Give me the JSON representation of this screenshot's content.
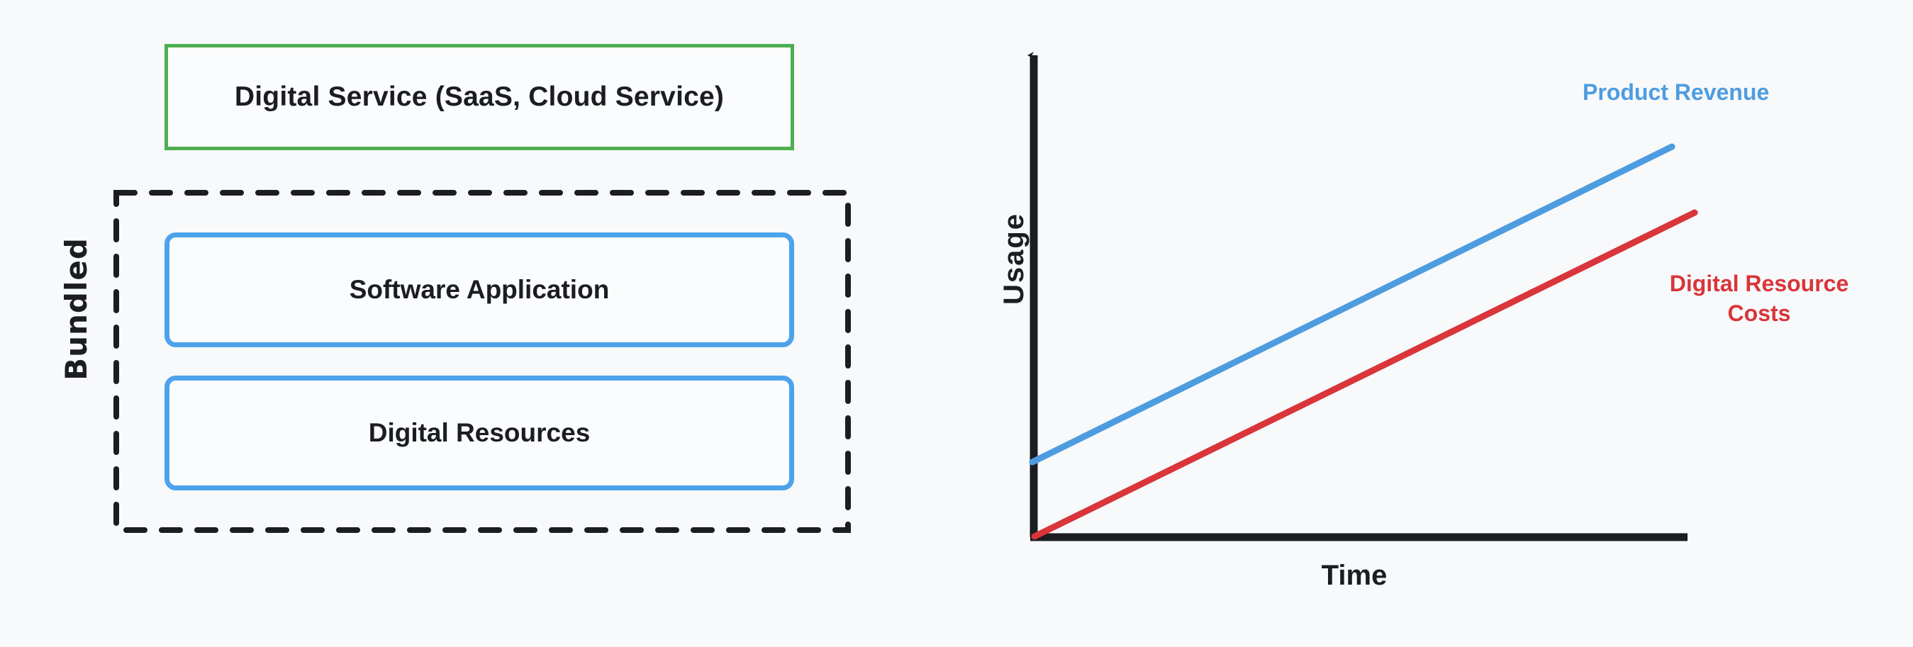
{
  "background_color": "#f7f9fb",
  "bundle_diagram": {
    "service_box": {
      "label": "Digital Service (SaaS, Cloud Service)",
      "border_color": "#4caf50"
    },
    "bundled_group": {
      "label": "Bundled",
      "border_color": "#1b1d20",
      "border_style": "dashed",
      "items": [
        {
          "label": "Software Application",
          "border_color": "#4da3eb"
        },
        {
          "label": "Digital Resources",
          "border_color": "#4da3eb"
        }
      ]
    }
  },
  "chart_data": {
    "type": "line",
    "title": "",
    "xlabel": "Time",
    "ylabel": "Usage",
    "xlim": [
      0,
      100
    ],
    "ylim": [
      0,
      100
    ],
    "grid": false,
    "axis_color": "#1b1d20",
    "axis_arrows": true,
    "tick_labels": {
      "x": [],
      "y": []
    },
    "legend_position": "inline-annotations",
    "series": [
      {
        "name": "Product Revenue",
        "color": "#4d9ce0",
        "label_color": "#4d9ce0",
        "x": [
          0,
          100
        ],
        "values": [
          16,
          80
        ],
        "annotation": "Product Revenue"
      },
      {
        "name": "Digital Resource Costs",
        "color": "#d9353a",
        "label_color": "#d9353a",
        "x": [
          0,
          100
        ],
        "values": [
          0,
          67
        ],
        "annotation_lines": [
          "Digital Resource",
          "Costs"
        ]
      }
    ]
  },
  "annotations": {
    "product_revenue": "Product Revenue",
    "digital_resource_costs_line1": "Digital Resource",
    "digital_resource_costs_line2": "Costs"
  }
}
